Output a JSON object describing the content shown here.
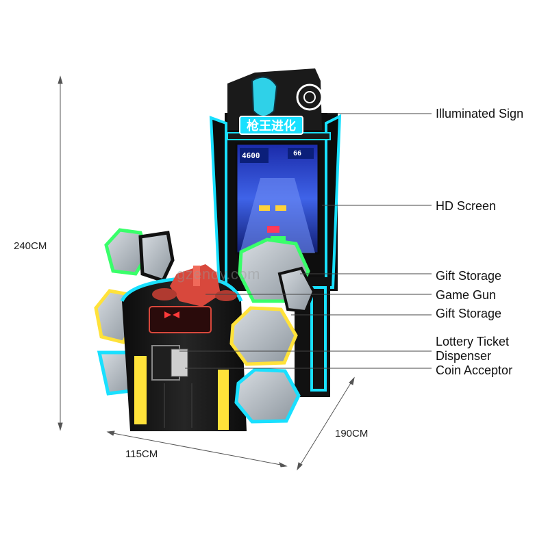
{
  "callouts": {
    "illuminated_sign": "Illuminated Sign",
    "hd_screen": "HD Screen",
    "gift_storage_top": "Gift Storage",
    "game_gun": "Game Gun",
    "gift_storage_bottom": "Gift Storage",
    "lottery_line1": "Lottery Ticket",
    "lottery_line2": "Dispenser",
    "coin_acceptor": "Coin Acceptor"
  },
  "dimensions": {
    "height": "240CM",
    "width": "115CM",
    "depth": "190CM"
  },
  "watermark": "gzenoy.com",
  "sign_text": "枪王进化",
  "screen": {
    "score": "4600",
    "right_value": "66"
  },
  "colors": {
    "neon_cyan": "#19e0ff",
    "neon_yellow": "#ffe23a",
    "neon_green": "#39ff6a",
    "cabinet_black": "#141414",
    "gun_red": "#d8483c",
    "screen_blue": "#2a3fd0"
  }
}
